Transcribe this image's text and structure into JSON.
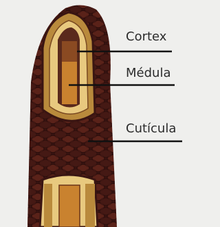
{
  "labels": {
    "cortex": "Cortex",
    "medula": "Médula",
    "cuticula": "Cutícula"
  },
  "colors": {
    "background": "#efefed",
    "cuticle_dark": "#3a1512",
    "cuticle_scale": "#5a2219",
    "cortex_outer": "#b98a3c",
    "cortex_inner": "#e8c97f",
    "medula_core": "#c9822f",
    "medula_dark": "#5a2a1c",
    "pointer_line": "#111111",
    "label_text": "#2b2b2b"
  }
}
